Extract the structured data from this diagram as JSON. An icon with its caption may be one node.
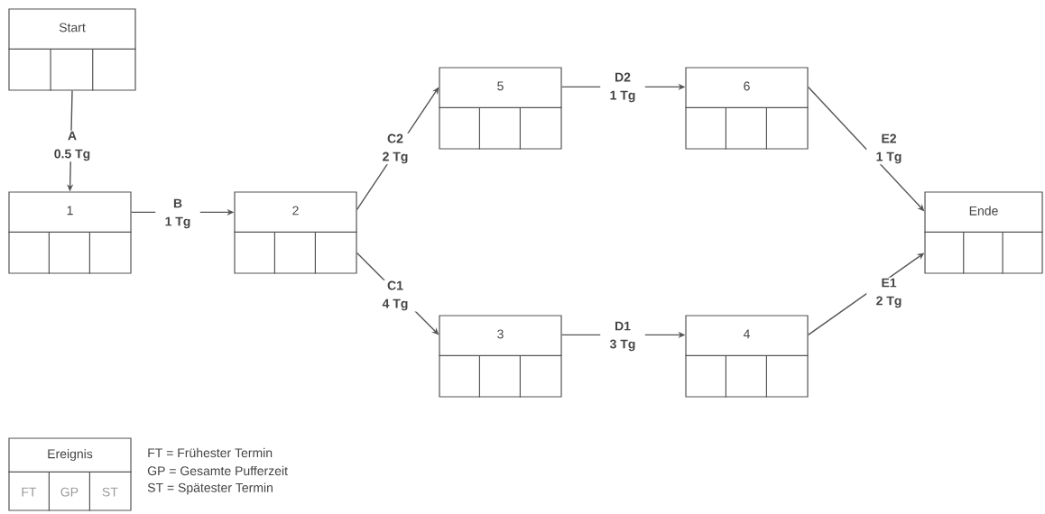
{
  "diagram": {
    "nodes": [
      {
        "text": [
          "Start"
        ]
      },
      {
        "text": [
          "1"
        ]
      },
      {
        "text": [
          "2"
        ]
      },
      {
        "text": [
          "5"
        ]
      },
      {
        "text": [
          "6"
        ]
      },
      {
        "text": [
          "3"
        ]
      },
      {
        "text": [
          "4"
        ]
      },
      {
        "text": [
          "Ende"
        ]
      },
      {
        "text": [
          "Ereignis",
          "FT",
          "GP",
          "ST"
        ]
      }
    ],
    "edges": [
      {
        "from": 0,
        "to": 1,
        "arrow": "to",
        "label": "A 0.5 Tg"
      },
      {
        "from": 1,
        "to": 2,
        "arrow": "to",
        "label": "B 1 Tg"
      },
      {
        "from": 2,
        "to": 3,
        "arrow": "to",
        "label": "C2 2 Tg"
      },
      {
        "from": 2,
        "to": 5,
        "arrow": "to",
        "label": "C1 4 Tg"
      },
      {
        "from": 3,
        "to": 4,
        "arrow": "to",
        "label": "D2 1 Tg"
      },
      {
        "from": 5,
        "to": 6,
        "arrow": "to",
        "label": "D1 3 Tg"
      },
      {
        "from": 4,
        "to": 7,
        "arrow": "to",
        "label": "E2 1 Tg"
      },
      {
        "from": 6,
        "to": 7,
        "arrow": "to",
        "label": "E1 2 Tg"
      }
    ],
    "labels": [
      "FT = Frühester Termin",
      "GP = Gesamte Pufferzeit",
      "ST = Spätester Termin"
    ]
  }
}
